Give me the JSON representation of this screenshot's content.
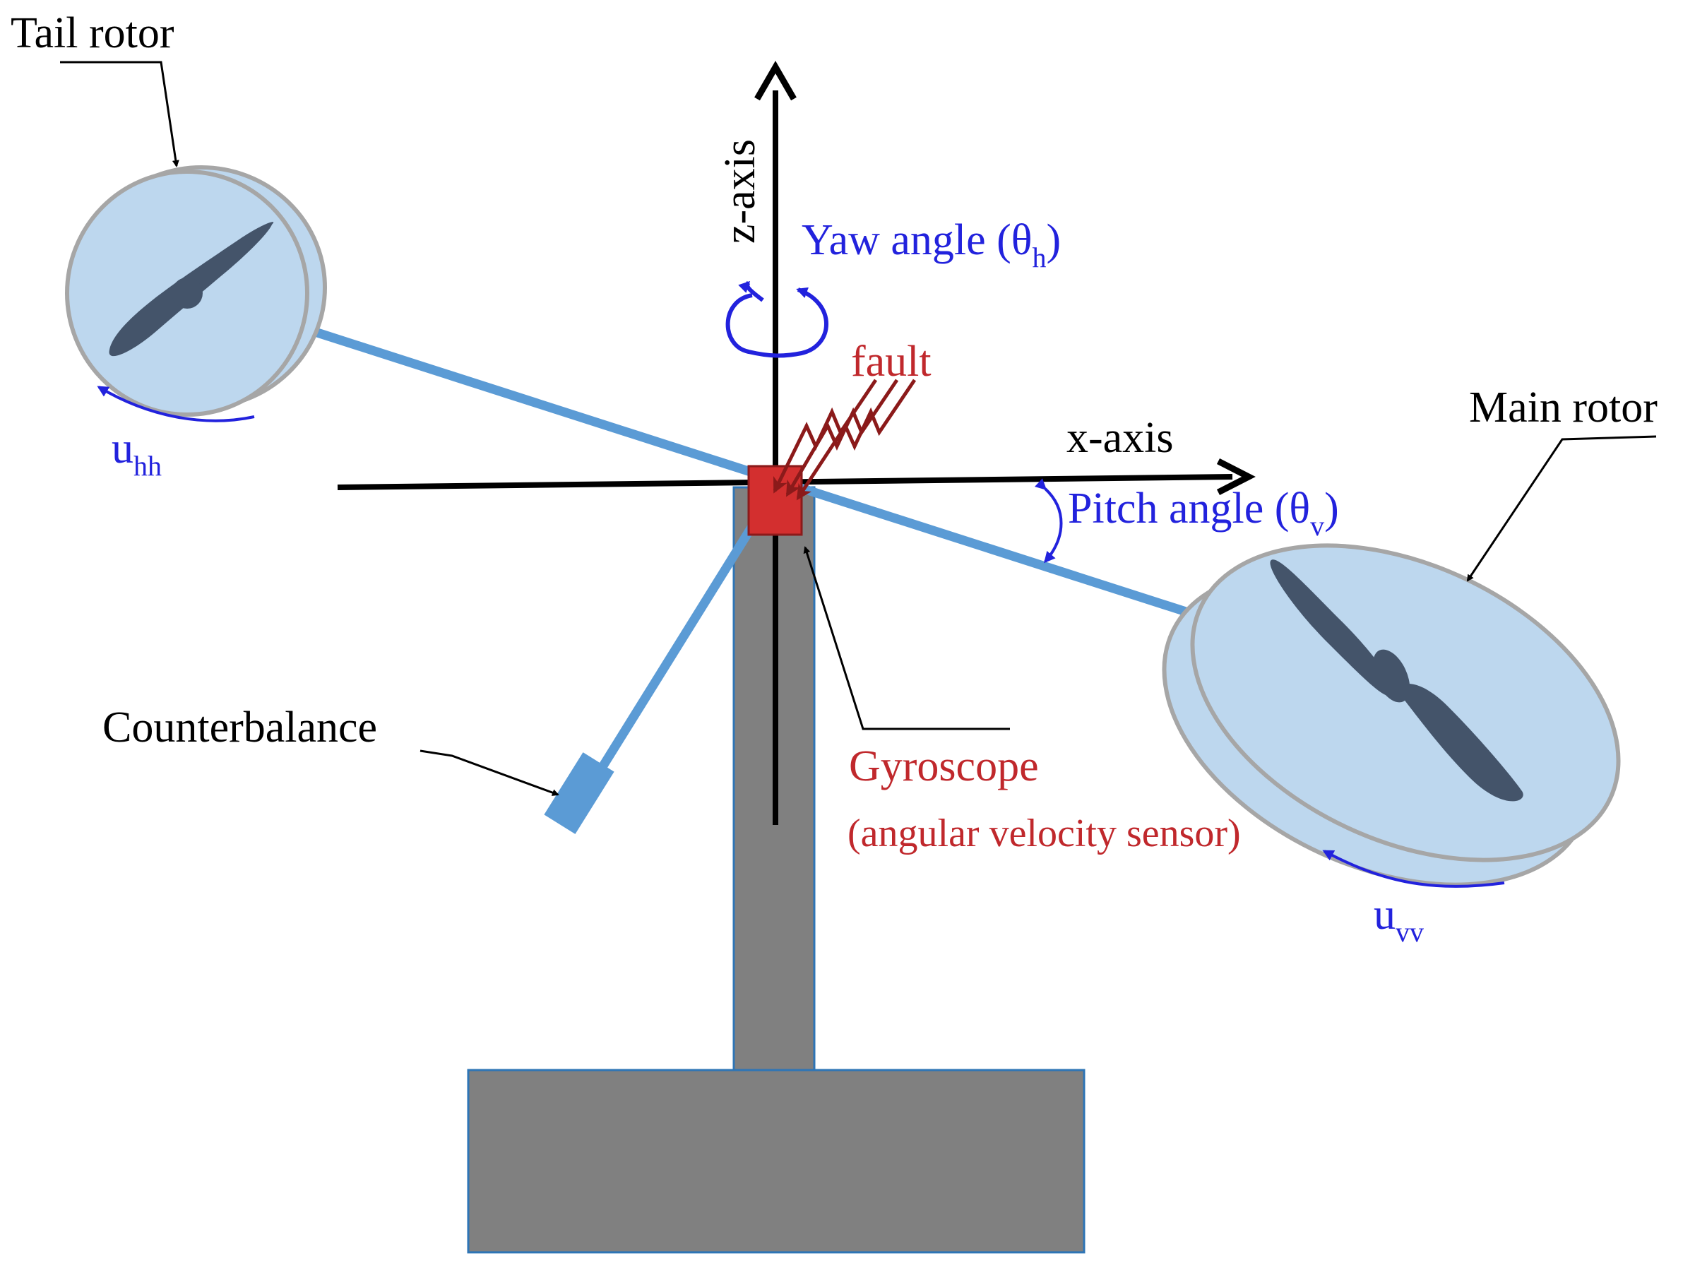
{
  "labels": {
    "tail_rotor": "Tail rotor",
    "main_rotor": "Main rotor",
    "z_axis": "z-axis",
    "x_axis": "x-axis",
    "yaw_angle": "Yaw angle (θ",
    "yaw_sub": "h",
    "pitch_angle": "Pitch angle (θ",
    "pitch_sub": "v",
    "close_paren": ")",
    "fault": "fault",
    "counterbalance": "Counterbalance",
    "gyroscope": "Gyroscope",
    "gyroscope_desc": "(angular velocity sensor)",
    "u_hh": "u",
    "u_hh_sub": "hh",
    "u_vv": "u",
    "u_vv_sub": "vv"
  },
  "colors": {
    "beam": "#5b9bd5",
    "rotor_fill": "#bdd7ee",
    "rotor_edge": "#a6a6a6",
    "blade": "#44546a",
    "stand": "#808080",
    "stand_edge": "#2e75b6",
    "gyroscope": "#d32f2f",
    "fault_arrow": "#8b1a1a",
    "angle_arrow": "#2222dd",
    "axis": "#000000"
  }
}
